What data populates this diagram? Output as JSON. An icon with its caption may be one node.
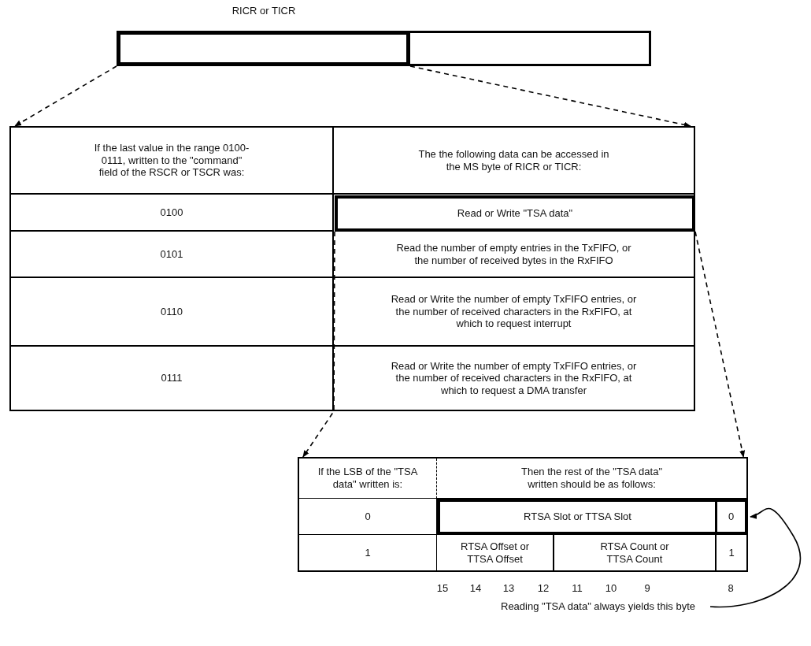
{
  "diagram": {
    "nodes": [
      {
        "text": [],
        "shape": "box"
      },
      {
        "text": [],
        "shape": "box"
      },
      {
        "text": [],
        "shape": "box"
      },
      {
        "text": [
          "If the last value in the range 0100-0111, written to the \"command\" field of the RSCR or TSCR was:"
        ],
        "in": 2
      },
      {
        "text": [
          "The the following data can be accessed in the MS byte of RICR or TICR:"
        ],
        "in": 2
      },
      {
        "text": [
          "0100"
        ],
        "in": 2
      },
      {
        "text": [
          "Read or Write \"TSA data\""
        ],
        "in": 2
      },
      {
        "text": [
          "0101"
        ],
        "in": 2
      },
      {
        "text": [
          "Read the number of empty entries in the TxFIFO, or the number of received bytes in the RxFIFO"
        ],
        "in": 2
      },
      {
        "text": [
          "0110"
        ],
        "in": 2
      },
      {
        "text": [
          "Read or Write the number of empty TxFIFO entries, or the number of received characters in the RxFIFO, at which to request interrupt"
        ],
        "in": 2
      },
      {
        "text": [
          "0111"
        ],
        "in": 2
      },
      {
        "text": [
          "Read or Write the number of empty TxFIFO entries, or the number of received characters in the RxFIFO, at which to request a DMA transfer"
        ],
        "in": 2
      },
      {
        "text": [],
        "shape": "box"
      },
      {
        "text": [
          "If the LSB of the \"TSA data\" written is:"
        ],
        "in": 13
      },
      {
        "text": [
          "Then the rest of the \"TSA data\" written should be as follows:"
        ],
        "in": 13
      },
      {
        "text": [
          "0"
        ],
        "in": 13
      },
      {
        "text": [
          "RTSA Slot or TTSA Slot"
        ],
        "in": 13
      },
      {
        "text": [
          "0"
        ],
        "in": 13
      },
      {
        "text": [
          "1"
        ],
        "in": 13
      },
      {
        "text": [
          "RTSA Offset or TTSA Offset"
        ],
        "in": 13
      },
      {
        "text": [
          "RTSA Count or TTSA Count"
        ],
        "in": 13
      },
      {
        "text": [
          "1"
        ],
        "in": 13
      },
      {
        "text": [
          "Reading \"TSA data\" always yields this byte"
        ]
      }
    ],
    "edges": [
      {
        "from": 0,
        "to": 2,
        "arrow": "to",
        "style": "dashed"
      },
      {
        "from": 0,
        "to": 2,
        "arrow": "to",
        "style": "dashed"
      },
      {
        "from": 6,
        "to": 13,
        "arrow": "to",
        "style": "dashed"
      },
      {
        "from": 6,
        "to": 13,
        "arrow": "to",
        "style": "dashed"
      },
      {
        "from": 23,
        "to": 18,
        "arrow": "to"
      }
    ],
    "labels": [
      "RICR or TICR",
      "15",
      "14",
      "13",
      "12",
      "11",
      "10",
      "9",
      "8"
    ]
  }
}
